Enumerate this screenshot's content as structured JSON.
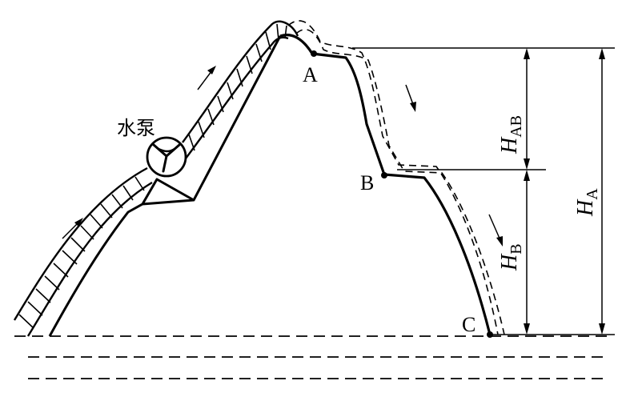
{
  "labels": {
    "pump": "水泵",
    "point_a": "A",
    "point_b": "B",
    "point_c": "C"
  },
  "heights": {
    "h_ab": {
      "main": "H",
      "sub": "AB"
    },
    "h_b": {
      "main": "H",
      "sub": "B"
    },
    "h_a": {
      "main": "H",
      "sub": "A"
    }
  }
}
